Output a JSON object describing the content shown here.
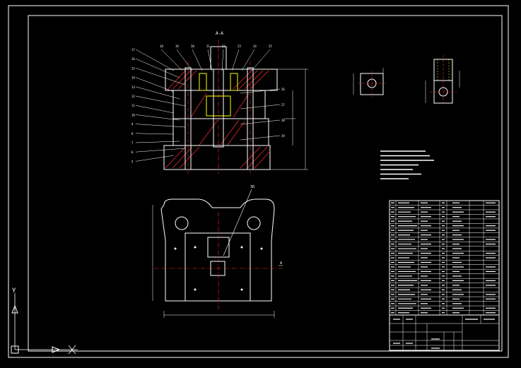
{
  "drawing": {
    "section_label": "A-A",
    "side_label": "A",
    "part_view_labels": [
      "",
      ""
    ],
    "leader_numbers_left": [
      "17",
      "16",
      "15",
      "14",
      "13",
      "12",
      "11",
      "10",
      "9",
      "8",
      "7",
      "6",
      "5"
    ],
    "leader_numbers_top": [
      "18",
      "19",
      "20",
      "21",
      "22",
      "23",
      "24",
      "25"
    ],
    "leader_numbers_right": [
      "26",
      "27",
      "28",
      "29"
    ],
    "plan_leader_number": "30",
    "notes_title": "",
    "bom_row_count": 25
  },
  "ucs": {
    "x_axis": "X",
    "y_axis": "Y"
  },
  "colors": {
    "background": "#000000",
    "line": "#ffffff",
    "hatch": "#ff3030",
    "center": "#ff3030",
    "hidden": "#ffff00",
    "accent": "#00ffff"
  }
}
